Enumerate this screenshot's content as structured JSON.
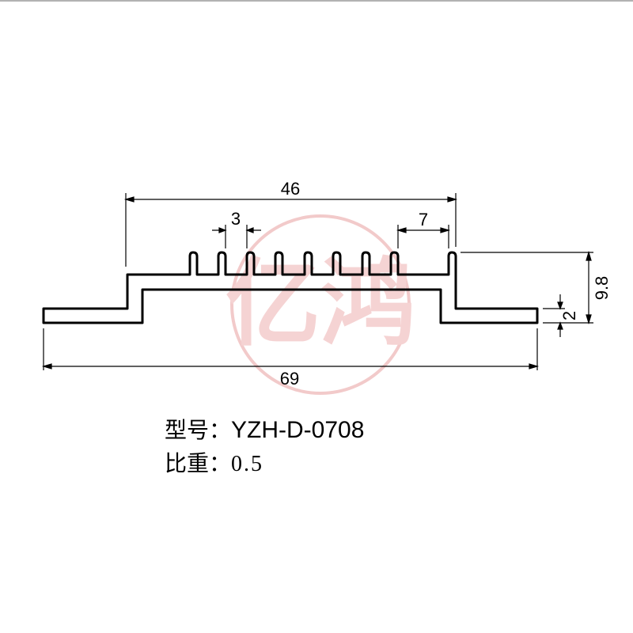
{
  "dimensions": {
    "overall_width": "69",
    "top_width": "46",
    "fin_gap": "3",
    "fin_edge_gap": "7",
    "height": "9.8",
    "base_thickness": "2"
  },
  "spec": {
    "model_label": "型号：",
    "model_value": "YZH-D-0708",
    "weight_label": "比重：",
    "weight_value": "0.5"
  },
  "watermark": {
    "text": "亿鸿",
    "color": "#e8a0a0"
  },
  "colors": {
    "line": "#000000",
    "frame": "#999999"
  }
}
